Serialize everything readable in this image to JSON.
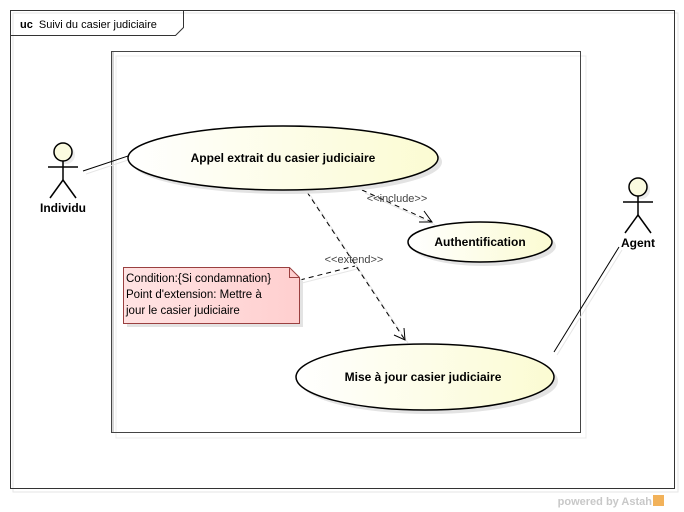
{
  "frame": {
    "keyword": "uc",
    "title": "Suivi du casier judiciaire"
  },
  "actors": [
    {
      "id": "individu",
      "label": "Individu"
    },
    {
      "id": "agent",
      "label": "Agent"
    }
  ],
  "use_cases": [
    {
      "id": "appel",
      "label": "Appel extrait du casier judiciaire"
    },
    {
      "id": "auth",
      "label": "Authentification"
    },
    {
      "id": "maj",
      "label": "Mise à jour casier judiciaire"
    }
  ],
  "relations": {
    "include_label": "<<include>>",
    "extend_label": "<<extend>>"
  },
  "note": {
    "lines": [
      "Condition:{Si condamnation}",
      "Point d'extension: Mettre à",
      "jour le casier judiciaire"
    ]
  },
  "colors": {
    "usecase_fill_start": "#ffffff",
    "usecase_fill_end": "#fbfbd6",
    "actor_head_fill": "#fbfbe0",
    "note_fill": "#ffd6d6",
    "note_border": "#b04a4a",
    "stroke": "#000000"
  },
  "footer": {
    "powered_by": "powered by Astah"
  }
}
